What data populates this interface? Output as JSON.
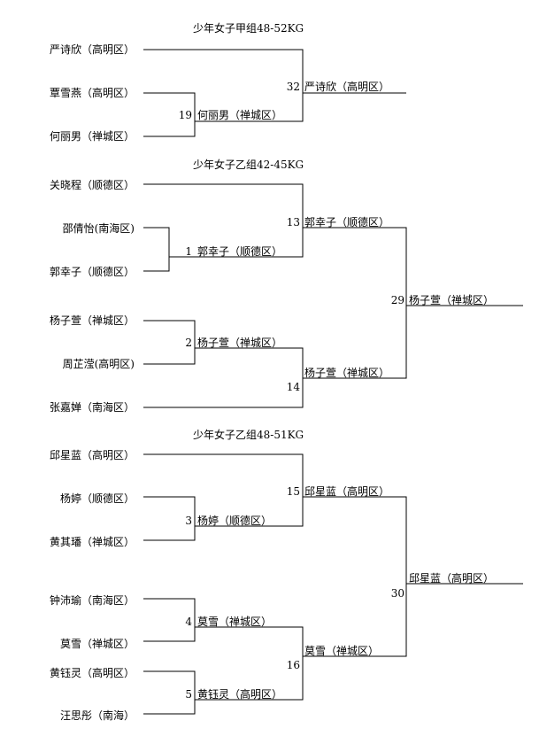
{
  "sections": [
    {
      "title": "少年女子甲组48-52KG",
      "entrants": [
        "严诗欣（高明区）",
        "覃雪燕（高明区）",
        "何丽男（禅城区）"
      ],
      "matches": [
        {
          "num": "19",
          "winner": "何丽男（禅城区）"
        },
        {
          "num": "32",
          "winner": "严诗欣（高明区）"
        }
      ]
    },
    {
      "title": "少年女子乙组42-45KG",
      "entrants": [
        "关晓程（顺德区）",
        "邵倩怡(南海区)",
        "郭幸子（顺德区）",
        "杨子萱（禅城区）",
        "周芷滢(高明区)",
        "张嘉婵（南海区）"
      ],
      "matches": [
        {
          "num": "1",
          "winner": "郭幸子（顺德区）"
        },
        {
          "num": "13",
          "winner": "郭幸子（顺德区）"
        },
        {
          "num": "2",
          "winner": "杨子萱（禅城区）"
        },
        {
          "num": "14",
          "winner": "杨子萱（禅城区）"
        },
        {
          "num": "29",
          "winner": "杨子萱（禅城区）"
        }
      ]
    },
    {
      "title": "少年女子乙组48-51KG",
      "entrants": [
        "邱星蓝（高明区）",
        "杨婷（顺德区）",
        "黄其璠（禅城区）",
        "钟沛瑜（南海区）",
        "莫雪（禅城区）",
        "黄钰灵（高明区）",
        "汪思彤（南海）"
      ],
      "matches": [
        {
          "num": "3",
          "winner": "杨婷（顺德区）"
        },
        {
          "num": "15",
          "winner": "邱星蓝（高明区）"
        },
        {
          "num": "4",
          "winner": "莫雪（禅城区）"
        },
        {
          "num": "5",
          "winner": "黄钰灵（高明区）"
        },
        {
          "num": "16",
          "winner": "莫雪（禅城区）"
        },
        {
          "num": "30",
          "winner": "邱星蓝（高明区）"
        }
      ]
    }
  ]
}
